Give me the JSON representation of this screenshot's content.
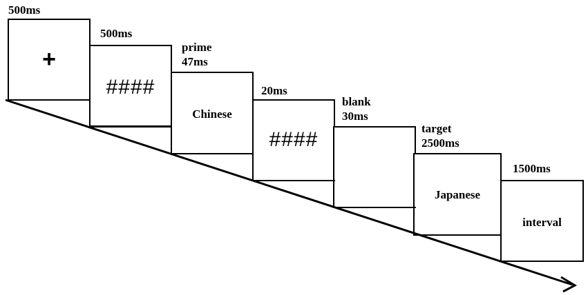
{
  "frames": [
    {
      "content": "+",
      "content_kind": "symbol",
      "duration_label": {
        "line1": "500ms",
        "line2": ""
      }
    },
    {
      "content": "####",
      "content_kind": "mask",
      "duration_label": {
        "line1": "500ms",
        "line2": ""
      }
    },
    {
      "content": "Chinese",
      "content_kind": "word",
      "duration_label": {
        "line1": "prime",
        "line2": "47ms"
      }
    },
    {
      "content": "####",
      "content_kind": "mask",
      "duration_label": {
        "line1": "20ms",
        "line2": ""
      }
    },
    {
      "content": "",
      "content_kind": "blank",
      "duration_label": {
        "line1": "blank",
        "line2": "30ms"
      }
    },
    {
      "content": "Japanese",
      "content_kind": "word",
      "duration_label": {
        "line1": "target",
        "line2": "2500ms"
      }
    },
    {
      "content": "interval",
      "content_kind": "word",
      "duration_label": {
        "line1": "1500ms",
        "line2": ""
      }
    }
  ],
  "colors": {
    "line": "#000000",
    "background": "#ffffff"
  }
}
